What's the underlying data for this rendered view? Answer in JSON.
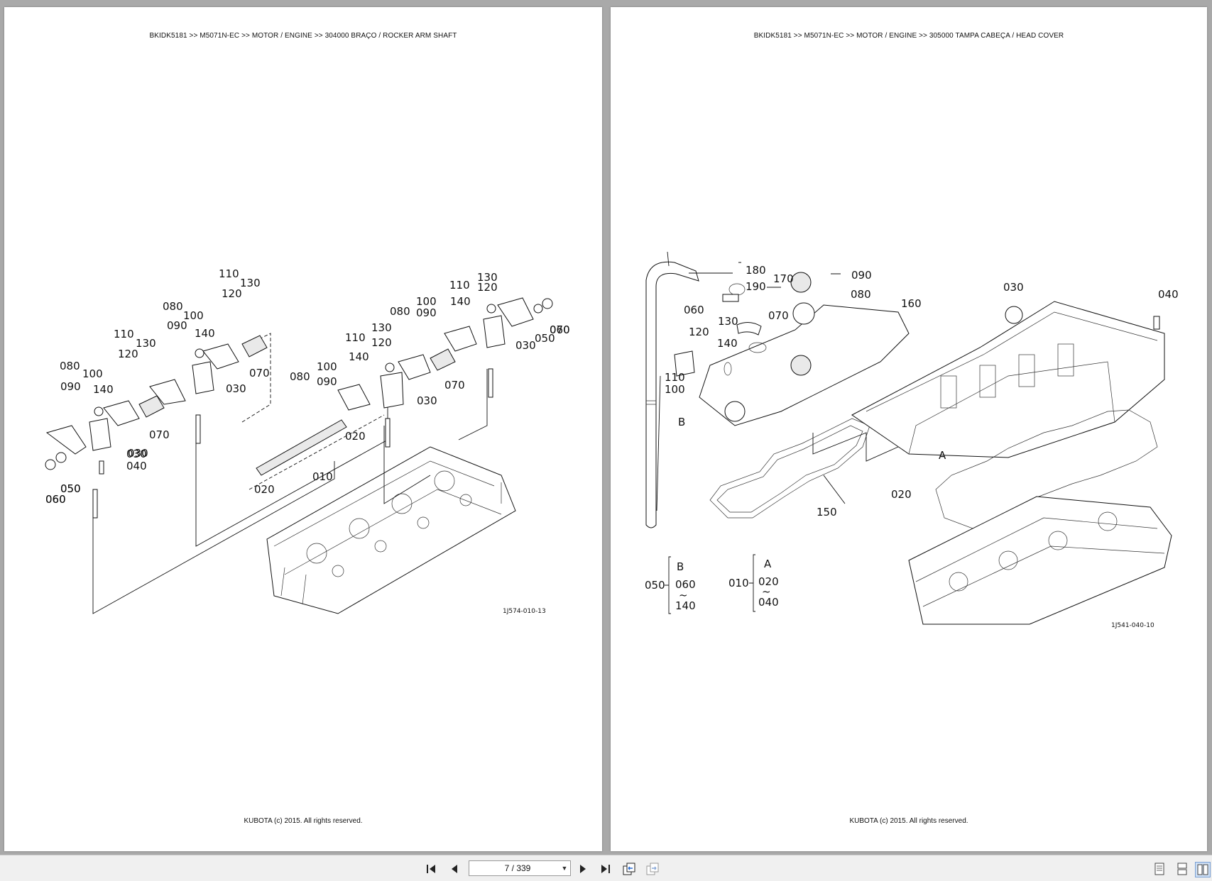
{
  "left_page": {
    "header": "BKIDK5181 >> M5071N-EC >> MOTOR / ENGINE >> 304000   BRAÇO / ROCKER ARM SHAFT",
    "footer": "KUBOTA (c) 2015. All rights reserved.",
    "diagram_ref": "1J574-010-13",
    "callouts": [
      "110",
      "130",
      "120",
      "080",
      "100",
      "090",
      "140",
      "110",
      "130",
      "120",
      "080",
      "100",
      "090",
      "140",
      "070",
      "030",
      "070",
      "030",
      "020",
      "010",
      "020",
      "060",
      "050",
      "030",
      "040",
      "060",
      "050",
      "130",
      "120",
      "110",
      "140",
      "100",
      "080",
      "090",
      "110",
      "130",
      "120",
      "140",
      "100",
      "090",
      "080",
      "070",
      "030",
      "070",
      "030",
      "050",
      "060"
    ]
  },
  "right_page": {
    "header": "BKIDK5181 >> M5071N-EC >> MOTOR / ENGINE >> 305000   TAMPA CABEÇA / HEAD COVER",
    "footer": "KUBOTA (c) 2015. All rights reserved.",
    "diagram_ref": "1J541-040-10",
    "callouts": [
      "180",
      "170",
      "190",
      "090",
      "080",
      "060",
      "160",
      "030",
      "040",
      "070",
      "130",
      "120",
      "140",
      "110",
      "100",
      "B",
      "A",
      "020",
      "150"
    ],
    "legend_b": {
      "letter": "B",
      "left": "050",
      "top": "060",
      "tilde": "~",
      "bottom": "140"
    },
    "legend_a": {
      "letter": "A",
      "left": "010",
      "top": "020",
      "tilde": "~",
      "bottom": "040"
    }
  },
  "toolbar": {
    "page_indicator": "7 / 339",
    "icons": [
      "first-page-icon",
      "prev-page-icon",
      "next-page-icon",
      "last-page-icon",
      "go-back-view-icon",
      "go-forward-view-icon",
      "single-page-view-icon",
      "continuous-view-icon",
      "facing-pages-view-icon"
    ]
  }
}
